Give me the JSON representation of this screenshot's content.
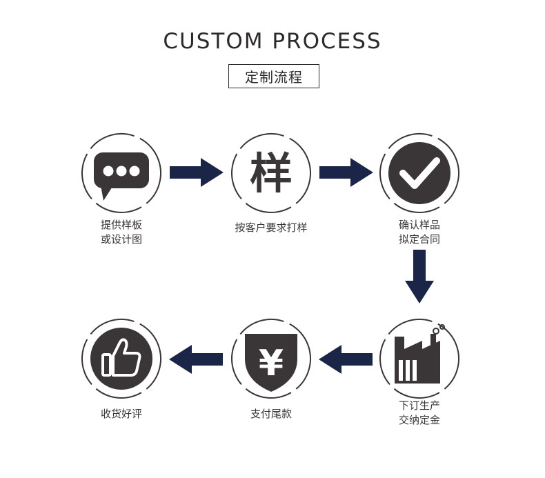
{
  "header": {
    "title": "CUSTOM PROCESS",
    "subtitle": "定制流程"
  },
  "steps": [
    {
      "label_line1": "提供样板",
      "label_line2": "或设计图",
      "icon": "chat-bubble-icon"
    },
    {
      "label_line1": "按客户要求打样",
      "label_line2": "",
      "icon": "sample-character-icon",
      "glyph": "样"
    },
    {
      "label_line1": "确认样品",
      "label_line2": "拟定合同",
      "icon": "checkmark-icon"
    },
    {
      "label_line1": "下订生产",
      "label_line2": "交纳定金",
      "icon": "factory-icon"
    },
    {
      "label_line1": "支付尾款",
      "label_line2": "",
      "icon": "yen-shield-icon",
      "glyph": "¥"
    },
    {
      "label_line1": "收货好评",
      "label_line2": "",
      "icon": "thumbs-up-icon"
    }
  ],
  "colors": {
    "icon_dark": "#3a3536",
    "arrow_navy": "#1b2547",
    "ring": "#3a3536"
  }
}
